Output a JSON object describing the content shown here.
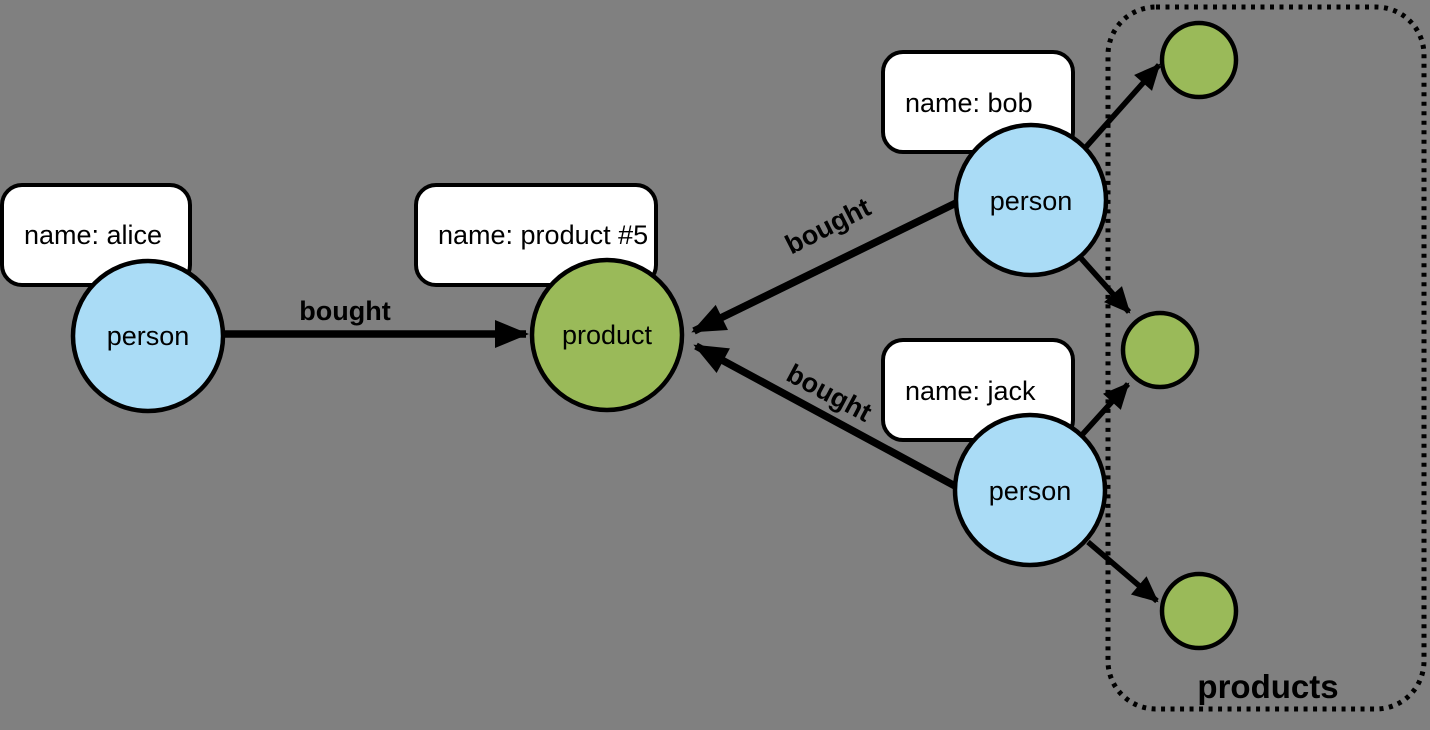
{
  "diagram": {
    "background": "#808080",
    "colors": {
      "person_fill": "#aadcf6",
      "product_fill": "#9aba59",
      "box_fill": "#ffffff",
      "line": "#000000"
    },
    "nodes": {
      "alice": {
        "label": "person"
      },
      "product": {
        "label": "product"
      },
      "bob": {
        "label": "person"
      },
      "jack": {
        "label": "person"
      }
    },
    "property_boxes": {
      "alice": "name: alice",
      "product": "name: product #5",
      "bob": "name: bob",
      "jack": "name: jack"
    },
    "edges": {
      "alice_bought": "bought",
      "bob_bought": "bought",
      "jack_bought": "bought"
    },
    "group": {
      "label": "products"
    }
  }
}
